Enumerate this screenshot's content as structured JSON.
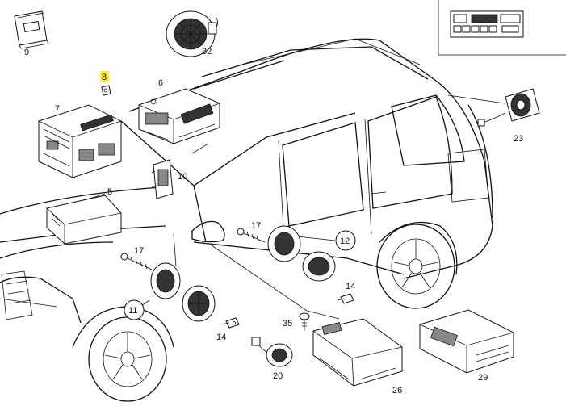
{
  "callouts": {
    "c9": "9",
    "c32": "32",
    "c8": "8",
    "c6": "6",
    "c7": "7",
    "c10": "10",
    "c5": "5",
    "c17a": "17",
    "c17b": "17",
    "c12": "12",
    "c23": "23",
    "c11": "11",
    "c14a": "14",
    "c14b": "14",
    "c35": "35",
    "c20": "20",
    "c26": "26",
    "c29": "29"
  },
  "colors": {
    "highlight": "#ffe94a",
    "line": "#111111"
  }
}
